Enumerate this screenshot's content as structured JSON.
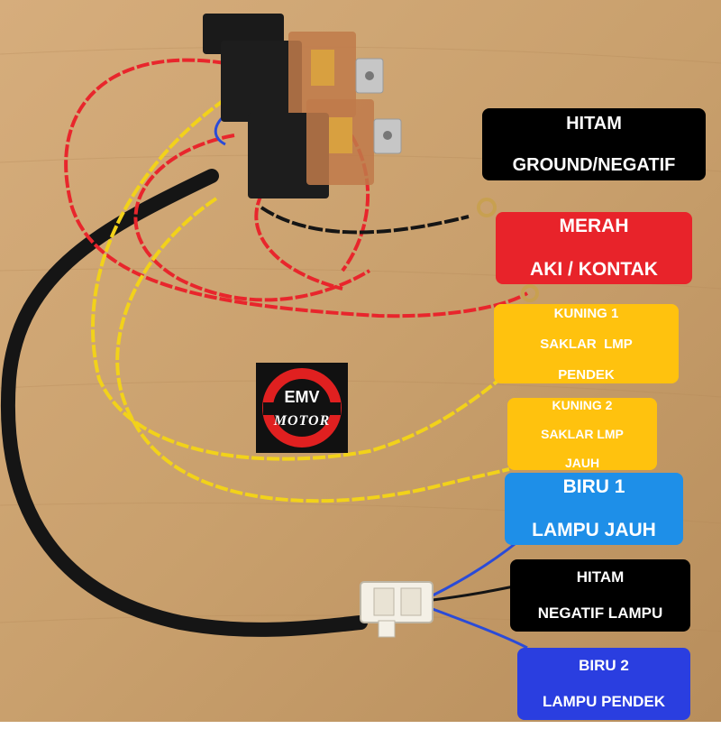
{
  "logo": {
    "top": "EMV",
    "bottom": "MOTOR",
    "ring_color": "#e02020",
    "bg_color": "#111111"
  },
  "labels": [
    {
      "key": "hitam-ground",
      "line1": "HITAM",
      "line2": "GROUND/NEGATIF",
      "bg": "#000000",
      "fg": "#ffffff"
    },
    {
      "key": "merah-aki",
      "line1": "MERAH",
      "line2": "AKI / KONTAK",
      "bg": "#e8232a",
      "fg": "#ffffff"
    },
    {
      "key": "kuning-1",
      "line1": "KUNING 1",
      "line2": "SAKLAR  LMP",
      "line3": "PENDEK",
      "bg": "#ffc20e",
      "fg": "#ffffff"
    },
    {
      "key": "kuning-2",
      "line1": "KUNING 2",
      "line2": "SAKLAR LMP",
      "line3": "JAUH",
      "bg": "#ffc20e",
      "fg": "#ffffff"
    },
    {
      "key": "biru-1",
      "line1": "BIRU 1",
      "line2": "LAMPU JAUH",
      "bg": "#1e8fe8",
      "fg": "#ffffff"
    },
    {
      "key": "hitam-negatif",
      "line1": "HITAM",
      "line2": "NEGATIF LAMPU",
      "bg": "#000000",
      "fg": "#ffffff"
    },
    {
      "key": "biru-2",
      "line1": "BIRU 2",
      "line2": "LAMPU PENDEK",
      "bg": "#2a3ee0",
      "fg": "#ffffff"
    }
  ],
  "colors": {
    "wood": "#caa06e",
    "wire_red": "#e8262c",
    "wire_yellow": "#f2d21a",
    "wire_blue": "#2a4bd8",
    "wire_black": "#151515"
  }
}
